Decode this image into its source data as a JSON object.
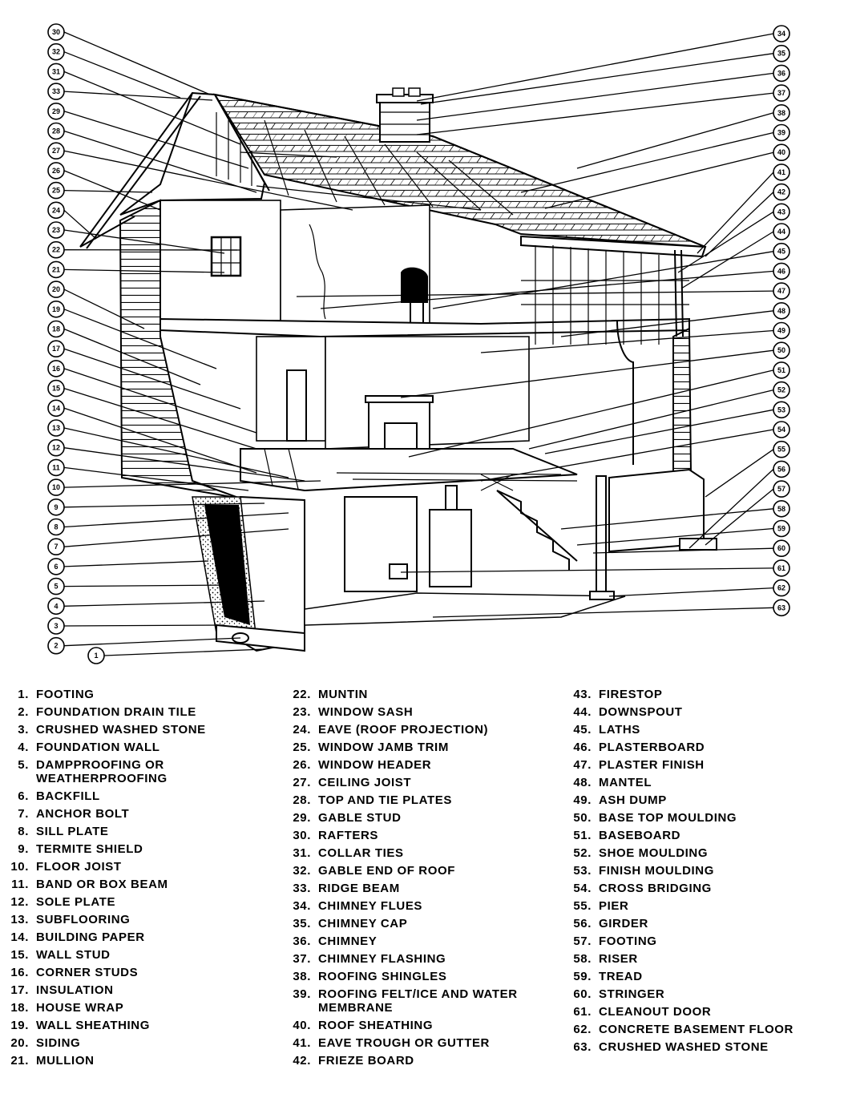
{
  "callouts": [
    {
      "n": "30",
      "side": "left",
      "slot": 0
    },
    {
      "n": "32",
      "side": "left",
      "slot": 1
    },
    {
      "n": "31",
      "side": "left",
      "slot": 2
    },
    {
      "n": "33",
      "side": "left",
      "slot": 3
    },
    {
      "n": "29",
      "side": "left",
      "slot": 4
    },
    {
      "n": "28",
      "side": "left",
      "slot": 5
    },
    {
      "n": "27",
      "side": "left",
      "slot": 6
    },
    {
      "n": "26",
      "side": "left",
      "slot": 7
    },
    {
      "n": "25",
      "side": "left",
      "slot": 8
    },
    {
      "n": "24",
      "side": "left",
      "slot": 9
    },
    {
      "n": "23",
      "side": "left",
      "slot": 10
    },
    {
      "n": "22",
      "side": "left",
      "slot": 11
    },
    {
      "n": "21",
      "side": "left",
      "slot": 12
    },
    {
      "n": "20",
      "side": "left",
      "slot": 13
    },
    {
      "n": "19",
      "side": "left",
      "slot": 14
    },
    {
      "n": "18",
      "side": "left",
      "slot": 15
    },
    {
      "n": "17",
      "side": "left",
      "slot": 16
    },
    {
      "n": "16",
      "side": "left",
      "slot": 17
    },
    {
      "n": "15",
      "side": "left",
      "slot": 18
    },
    {
      "n": "14",
      "side": "left",
      "slot": 19
    },
    {
      "n": "13",
      "side": "left",
      "slot": 20
    },
    {
      "n": "12",
      "side": "left",
      "slot": 21
    },
    {
      "n": "11",
      "side": "left",
      "slot": 22
    },
    {
      "n": "10",
      "side": "left",
      "slot": 23
    },
    {
      "n": "9",
      "side": "left",
      "slot": 24
    },
    {
      "n": "8",
      "side": "left",
      "slot": 25
    },
    {
      "n": "7",
      "side": "left",
      "slot": 26
    },
    {
      "n": "6",
      "side": "left",
      "slot": 27
    },
    {
      "n": "5",
      "side": "left",
      "slot": 28
    },
    {
      "n": "4",
      "side": "left",
      "slot": 29
    },
    {
      "n": "3",
      "side": "left",
      "slot": 30
    },
    {
      "n": "2",
      "side": "left",
      "slot": 31
    },
    {
      "n": "1",
      "side": "bottom",
      "slot": 0
    },
    {
      "n": "34",
      "side": "right",
      "slot": 0
    },
    {
      "n": "35",
      "side": "right",
      "slot": 1
    },
    {
      "n": "36",
      "side": "right",
      "slot": 2
    },
    {
      "n": "37",
      "side": "right",
      "slot": 3
    },
    {
      "n": "38",
      "side": "right",
      "slot": 4
    },
    {
      "n": "39",
      "side": "right",
      "slot": 5
    },
    {
      "n": "40",
      "side": "right",
      "slot": 6
    },
    {
      "n": "41",
      "side": "right",
      "slot": 7
    },
    {
      "n": "42",
      "side": "right",
      "slot": 8
    },
    {
      "n": "43",
      "side": "right",
      "slot": 9
    },
    {
      "n": "44",
      "side": "right",
      "slot": 10
    },
    {
      "n": "45",
      "side": "right",
      "slot": 11
    },
    {
      "n": "46",
      "side": "right",
      "slot": 12
    },
    {
      "n": "47",
      "side": "right",
      "slot": 13
    },
    {
      "n": "48",
      "side": "right",
      "slot": 14
    },
    {
      "n": "49",
      "side": "right",
      "slot": 15
    },
    {
      "n": "50",
      "side": "right",
      "slot": 16
    },
    {
      "n": "51",
      "side": "right",
      "slot": 17
    },
    {
      "n": "52",
      "side": "right",
      "slot": 18
    },
    {
      "n": "53",
      "side": "right",
      "slot": 19
    },
    {
      "n": "54",
      "side": "right",
      "slot": 20
    },
    {
      "n": "55",
      "side": "right",
      "slot": 21
    },
    {
      "n": "56",
      "side": "right",
      "slot": 22
    },
    {
      "n": "57",
      "side": "right",
      "slot": 23
    },
    {
      "n": "58",
      "side": "right",
      "slot": 24
    },
    {
      "n": "59",
      "side": "right",
      "slot": 25
    },
    {
      "n": "60",
      "side": "right",
      "slot": 26
    },
    {
      "n": "61",
      "side": "right",
      "slot": 27
    },
    {
      "n": "62",
      "side": "right",
      "slot": 28
    },
    {
      "n": "63",
      "side": "right",
      "slot": 29
    }
  ],
  "legend": {
    "col1": [
      {
        "num": "1.",
        "label": "FOOTING"
      },
      {
        "num": "2.",
        "label": "FOUNDATION DRAIN TILE"
      },
      {
        "num": "3.",
        "label": "CRUSHED WASHED STONE"
      },
      {
        "num": "4.",
        "label": "FOUNDATION WALL"
      },
      {
        "num": "5.",
        "label": "DAMPPROOFING OR WEATHERPROOFING"
      },
      {
        "num": "6.",
        "label": "BACKFILL"
      },
      {
        "num": "7.",
        "label": "ANCHOR BOLT"
      },
      {
        "num": "8.",
        "label": "SILL PLATE"
      },
      {
        "num": "9.",
        "label": "TERMITE SHIELD"
      },
      {
        "num": "10.",
        "label": "FLOOR JOIST"
      },
      {
        "num": "11.",
        "label": "BAND OR BOX BEAM"
      },
      {
        "num": "12.",
        "label": "SOLE PLATE"
      },
      {
        "num": "13.",
        "label": "SUBFLOORING"
      },
      {
        "num": "14.",
        "label": "BUILDING PAPER"
      },
      {
        "num": "15.",
        "label": "WALL STUD"
      },
      {
        "num": "16.",
        "label": "CORNER STUDS"
      },
      {
        "num": "17.",
        "label": "INSULATION"
      },
      {
        "num": "18.",
        "label": "HOUSE WRAP"
      },
      {
        "num": "19.",
        "label": "WALL SHEATHING"
      },
      {
        "num": "20.",
        "label": "SIDING"
      },
      {
        "num": "21.",
        "label": "MULLION"
      }
    ],
    "col2": [
      {
        "num": "22.",
        "label": "MUNTIN"
      },
      {
        "num": "23.",
        "label": "WINDOW SASH"
      },
      {
        "num": "24.",
        "label": "EAVE (ROOF PROJECTION)"
      },
      {
        "num": "25.",
        "label": "WINDOW JAMB TRIM"
      },
      {
        "num": "26.",
        "label": "WINDOW HEADER"
      },
      {
        "num": "27.",
        "label": "CEILING JOIST"
      },
      {
        "num": "28.",
        "label": "TOP AND TIE PLATES"
      },
      {
        "num": "29.",
        "label": "GABLE STUD"
      },
      {
        "num": "30.",
        "label": "RAFTERS"
      },
      {
        "num": "31.",
        "label": "COLLAR TIES"
      },
      {
        "num": "32.",
        "label": "GABLE END OF ROOF"
      },
      {
        "num": "33.",
        "label": "RIDGE BEAM"
      },
      {
        "num": "34.",
        "label": "CHIMNEY FLUES"
      },
      {
        "num": "35.",
        "label": "CHIMNEY CAP"
      },
      {
        "num": "36.",
        "label": "CHIMNEY"
      },
      {
        "num": "37.",
        "label": "CHIMNEY FLASHING"
      },
      {
        "num": "38.",
        "label": "ROOFING SHINGLES"
      },
      {
        "num": "39.",
        "label": "ROOFING FELT/ICE AND WATER MEMBRANE"
      },
      {
        "num": "40.",
        "label": "ROOF SHEATHING"
      },
      {
        "num": "41.",
        "label": "EAVE TROUGH OR GUTTER"
      },
      {
        "num": "42.",
        "label": "FRIEZE BOARD"
      }
    ],
    "col3": [
      {
        "num": "43.",
        "label": "FIRESTOP"
      },
      {
        "num": "44.",
        "label": "DOWNSPOUT"
      },
      {
        "num": "45.",
        "label": "LATHS"
      },
      {
        "num": "46.",
        "label": "PLASTERBOARD"
      },
      {
        "num": "47.",
        "label": "PLASTER FINISH"
      },
      {
        "num": "48.",
        "label": "MANTEL"
      },
      {
        "num": "49.",
        "label": "ASH DUMP"
      },
      {
        "num": "50.",
        "label": "BASE TOP MOULDING"
      },
      {
        "num": "51.",
        "label": "BASEBOARD"
      },
      {
        "num": "52.",
        "label": "SHOE MOULDING"
      },
      {
        "num": "53.",
        "label": "FINISH MOULDING"
      },
      {
        "num": "54.",
        "label": "CROSS BRIDGING"
      },
      {
        "num": "55.",
        "label": "PIER"
      },
      {
        "num": "56.",
        "label": "GIRDER"
      },
      {
        "num": "57.",
        "label": "FOOTING"
      },
      {
        "num": "58.",
        "label": "RISER"
      },
      {
        "num": "59.",
        "label": "TREAD"
      },
      {
        "num": "60.",
        "label": "STRINGER"
      },
      {
        "num": "61.",
        "label": "CLEANOUT DOOR"
      },
      {
        "num": "62.",
        "label": "CONCRETE BASEMENT FLOOR"
      },
      {
        "num": "63.",
        "label": "CRUSHED WASHED STONE"
      }
    ]
  }
}
